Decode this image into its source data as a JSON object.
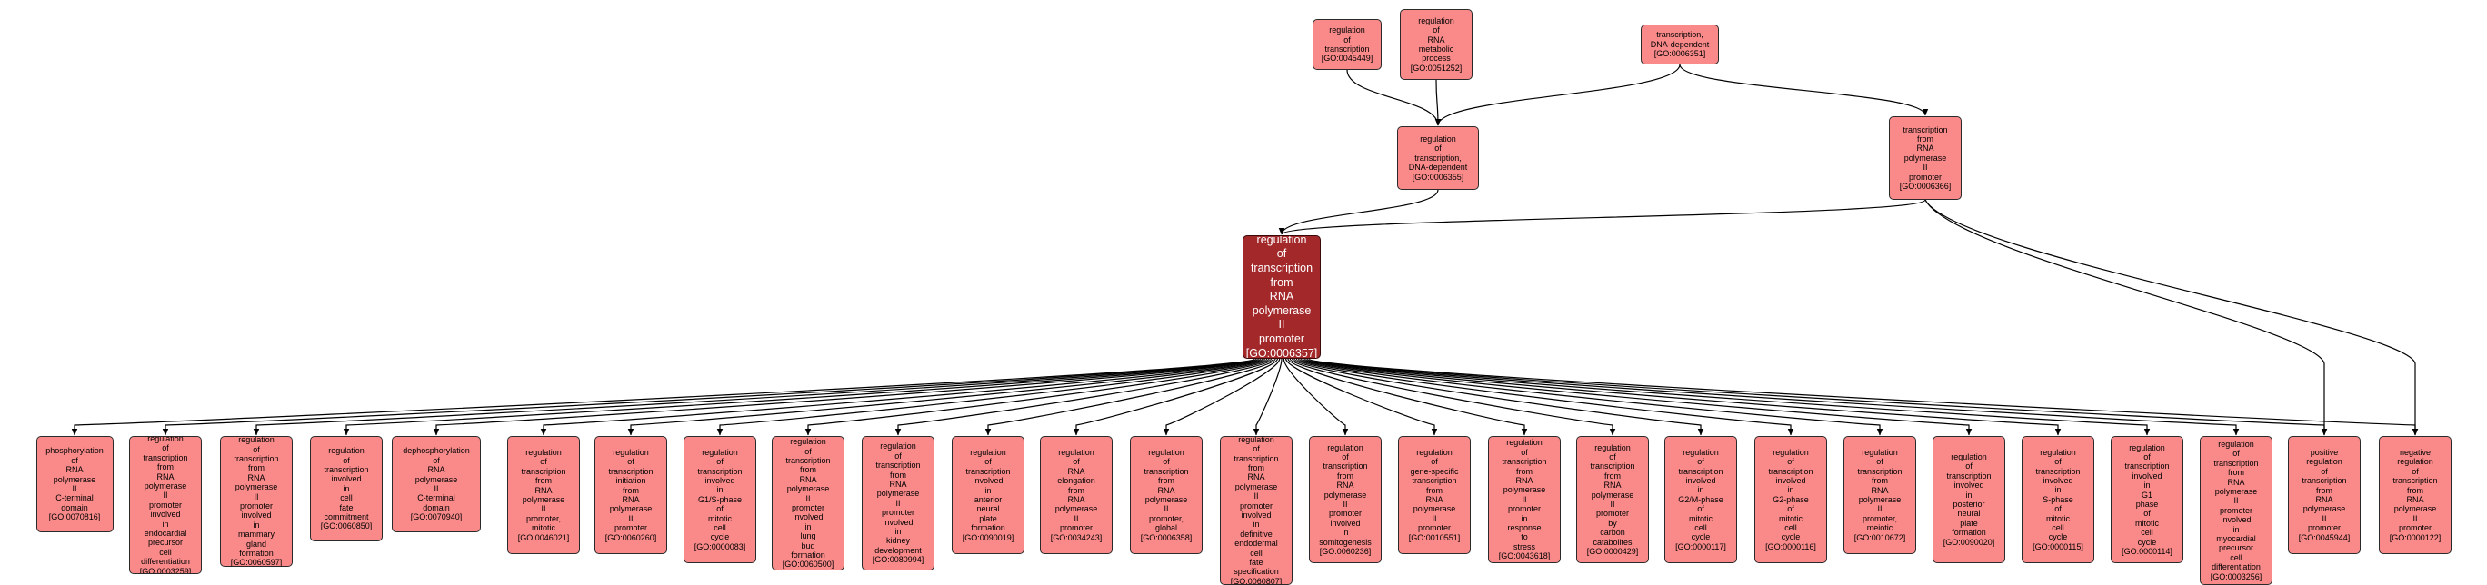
{
  "colors": {
    "node_fill": "#fa8a8a",
    "focus_fill": "#a3282a",
    "edge": "#000000",
    "background": "#ffffff"
  },
  "nodes": [
    {
      "id": "GO:0045449",
      "lines": [
        "regulation",
        "of",
        "transcription",
        "[GO:0045449]"
      ]
    },
    {
      "id": "GO:0051252",
      "lines": [
        "regulation",
        "of",
        "RNA",
        "metabolic",
        "process",
        "[GO:0051252]"
      ]
    },
    {
      "id": "GO:0006351",
      "lines": [
        "transcription,",
        "DNA-dependent",
        "[GO:0006351]"
      ]
    },
    {
      "id": "GO:0006355",
      "lines": [
        "regulation",
        "of",
        "transcription,",
        "DNA-dependent",
        "[GO:0006355]"
      ]
    },
    {
      "id": "GO:0006366",
      "lines": [
        "transcription",
        "from",
        "RNA",
        "polymerase",
        "II",
        "promoter",
        "[GO:0006366]"
      ]
    },
    {
      "id": "GO:0006357",
      "focus": true,
      "lines": [
        "regulation",
        "of",
        "transcription",
        "from",
        "RNA",
        "polymerase",
        "II",
        "promoter",
        "[GO:0006357]"
      ]
    },
    {
      "id": "GO:0070816",
      "lines": [
        "phosphorylation",
        "of",
        "RNA",
        "polymerase",
        "II",
        "C-terminal",
        "domain",
        "[GO:0070816]"
      ]
    },
    {
      "id": "GO:0003259",
      "lines": [
        "regulation",
        "of",
        "transcription",
        "from",
        "RNA",
        "polymerase",
        "II",
        "promoter",
        "involved",
        "in",
        "endocardial",
        "precursor",
        "cell",
        "differentiation",
        "[GO:0003259]"
      ]
    },
    {
      "id": "GO:0060597",
      "lines": [
        "regulation",
        "of",
        "transcription",
        "from",
        "RNA",
        "polymerase",
        "II",
        "promoter",
        "involved",
        "in",
        "mammary",
        "gland",
        "formation",
        "[GO:0060597]"
      ]
    },
    {
      "id": "GO:0060850",
      "lines": [
        "regulation",
        "of",
        "transcription",
        "involved",
        "in",
        "cell",
        "fate",
        "commitment",
        "[GO:0060850]"
      ]
    },
    {
      "id": "GO:0070940",
      "lines": [
        "dephosphorylation",
        "of",
        "RNA",
        "polymerase",
        "II",
        "C-terminal",
        "domain",
        "[GO:0070940]"
      ]
    },
    {
      "id": "GO:0046021",
      "lines": [
        "regulation",
        "of",
        "transcription",
        "from",
        "RNA",
        "polymerase",
        "II",
        "promoter,",
        "mitotic",
        "[GO:0046021]"
      ]
    },
    {
      "id": "GO:0060260",
      "lines": [
        "regulation",
        "of",
        "transcription",
        "initiation",
        "from",
        "RNA",
        "polymerase",
        "II",
        "promoter",
        "[GO:0060260]"
      ]
    },
    {
      "id": "GO:0000083",
      "lines": [
        "regulation",
        "of",
        "transcription",
        "involved",
        "in",
        "G1/S-phase",
        "of",
        "mitotic",
        "cell",
        "cycle",
        "[GO:0000083]"
      ]
    },
    {
      "id": "GO:0060500",
      "lines": [
        "regulation",
        "of",
        "transcription",
        "from",
        "RNA",
        "polymerase",
        "II",
        "promoter",
        "involved",
        "in",
        "lung",
        "bud",
        "formation",
        "[GO:0060500]"
      ]
    },
    {
      "id": "GO:0080994",
      "lines": [
        "regulation",
        "of",
        "transcription",
        "from",
        "RNA",
        "polymerase",
        "II",
        "promoter",
        "involved",
        "in",
        "kidney",
        "development",
        "[GO:0080994]"
      ]
    },
    {
      "id": "GO:0090019",
      "lines": [
        "regulation",
        "of",
        "transcription",
        "involved",
        "in",
        "anterior",
        "neural",
        "plate",
        "formation",
        "[GO:0090019]"
      ]
    },
    {
      "id": "GO:0034243",
      "lines": [
        "regulation",
        "of",
        "RNA",
        "elongation",
        "from",
        "RNA",
        "polymerase",
        "II",
        "promoter",
        "[GO:0034243]"
      ]
    },
    {
      "id": "GO:0006358",
      "lines": [
        "regulation",
        "of",
        "transcription",
        "from",
        "RNA",
        "polymerase",
        "II",
        "promoter,",
        "global",
        "[GO:0006358]"
      ]
    },
    {
      "id": "GO:0060807",
      "lines": [
        "regulation",
        "of",
        "transcription",
        "from",
        "RNA",
        "polymerase",
        "II",
        "promoter",
        "involved",
        "in",
        "definitive",
        "endodermal",
        "cell",
        "fate",
        "specification",
        "[GO:0060807]"
      ]
    },
    {
      "id": "GO:0060236",
      "lines": [
        "regulation",
        "of",
        "transcription",
        "from",
        "RNA",
        "polymerase",
        "II",
        "promoter",
        "involved",
        "in",
        "somitogenesis",
        "[GO:0060236]"
      ]
    },
    {
      "id": "GO:0010551",
      "lines": [
        "regulation",
        "of",
        "gene-specific",
        "transcription",
        "from",
        "RNA",
        "polymerase",
        "II",
        "promoter",
        "[GO:0010551]"
      ]
    },
    {
      "id": "GO:0043618",
      "lines": [
        "regulation",
        "of",
        "transcription",
        "from",
        "RNA",
        "polymerase",
        "II",
        "promoter",
        "in",
        "response",
        "to",
        "stress",
        "[GO:0043618]"
      ]
    },
    {
      "id": "GO:0000429",
      "lines": [
        "regulation",
        "of",
        "transcription",
        "from",
        "RNA",
        "polymerase",
        "II",
        "promoter",
        "by",
        "carbon",
        "catabolites",
        "[GO:0000429]"
      ]
    },
    {
      "id": "GO:0000117",
      "lines": [
        "regulation",
        "of",
        "transcription",
        "involved",
        "in",
        "G2/M-phase",
        "of",
        "mitotic",
        "cell",
        "cycle",
        "[GO:0000117]"
      ]
    },
    {
      "id": "GO:0000116",
      "lines": [
        "regulation",
        "of",
        "transcription",
        "involved",
        "in",
        "G2-phase",
        "of",
        "mitotic",
        "cell",
        "cycle",
        "[GO:0000116]"
      ]
    },
    {
      "id": "GO:0010672",
      "lines": [
        "regulation",
        "of",
        "transcription",
        "from",
        "RNA",
        "polymerase",
        "II",
        "promoter,",
        "meiotic",
        "[GO:0010672]"
      ]
    },
    {
      "id": "GO:0090020",
      "lines": [
        "regulation",
        "of",
        "transcription",
        "involved",
        "in",
        "posterior",
        "neural",
        "plate",
        "formation",
        "[GO:0090020]"
      ]
    },
    {
      "id": "GO:0000115",
      "lines": [
        "regulation",
        "of",
        "transcription",
        "involved",
        "in",
        "S-phase",
        "of",
        "mitotic",
        "cell",
        "cycle",
        "[GO:0000115]"
      ]
    },
    {
      "id": "GO:0000114",
      "lines": [
        "regulation",
        "of",
        "transcription",
        "involved",
        "in",
        "G1",
        "phase",
        "of",
        "mitotic",
        "cell",
        "cycle",
        "[GO:0000114]"
      ]
    },
    {
      "id": "GO:0003256",
      "lines": [
        "regulation",
        "of",
        "transcription",
        "from",
        "RNA",
        "polymerase",
        "II",
        "promoter",
        "involved",
        "in",
        "myocardial",
        "precursor",
        "cell",
        "differentiation",
        "[GO:0003256]"
      ]
    },
    {
      "id": "GO:0045944",
      "lines": [
        "positive",
        "regulation",
        "of",
        "transcription",
        "from",
        "RNA",
        "polymerase",
        "II",
        "promoter",
        "[GO:0045944]"
      ]
    },
    {
      "id": "GO:0000122",
      "lines": [
        "negative",
        "regulation",
        "of",
        "transcription",
        "from",
        "RNA",
        "polymerase",
        "II",
        "promoter",
        "[GO:0000122]"
      ]
    }
  ],
  "edges": [
    [
      "GO:0045449",
      "GO:0006355"
    ],
    [
      "GO:0051252",
      "GO:0006355"
    ],
    [
      "GO:0006351",
      "GO:0006355"
    ],
    [
      "GO:0006351",
      "GO:0006366"
    ],
    [
      "GO:0006355",
      "GO:0006357"
    ],
    [
      "GO:0006366",
      "GO:0006357"
    ],
    [
      "GO:0006357",
      "GO:0070816"
    ],
    [
      "GO:0006357",
      "GO:0003259"
    ],
    [
      "GO:0006357",
      "GO:0060597"
    ],
    [
      "GO:0006357",
      "GO:0060850"
    ],
    [
      "GO:0006357",
      "GO:0070940"
    ],
    [
      "GO:0006357",
      "GO:0046021"
    ],
    [
      "GO:0006357",
      "GO:0060260"
    ],
    [
      "GO:0006357",
      "GO:0000083"
    ],
    [
      "GO:0006357",
      "GO:0060500"
    ],
    [
      "GO:0006357",
      "GO:0080994"
    ],
    [
      "GO:0006357",
      "GO:0090019"
    ],
    [
      "GO:0006357",
      "GO:0034243"
    ],
    [
      "GO:0006357",
      "GO:0006358"
    ],
    [
      "GO:0006357",
      "GO:0060807"
    ],
    [
      "GO:0006357",
      "GO:0060236"
    ],
    [
      "GO:0006357",
      "GO:0010551"
    ],
    [
      "GO:0006357",
      "GO:0043618"
    ],
    [
      "GO:0006357",
      "GO:0000429"
    ],
    [
      "GO:0006357",
      "GO:0000117"
    ],
    [
      "GO:0006357",
      "GO:0000116"
    ],
    [
      "GO:0006357",
      "GO:0010672"
    ],
    [
      "GO:0006357",
      "GO:0090020"
    ],
    [
      "GO:0006357",
      "GO:0000115"
    ],
    [
      "GO:0006357",
      "GO:0000114"
    ],
    [
      "GO:0006357",
      "GO:0003256"
    ],
    [
      "GO:0006357",
      "GO:0045944"
    ],
    [
      "GO:0006357",
      "GO:0000122"
    ],
    [
      "GO:0006366",
      "GO:0045944"
    ],
    [
      "GO:0006366",
      "GO:0000122"
    ]
  ]
}
